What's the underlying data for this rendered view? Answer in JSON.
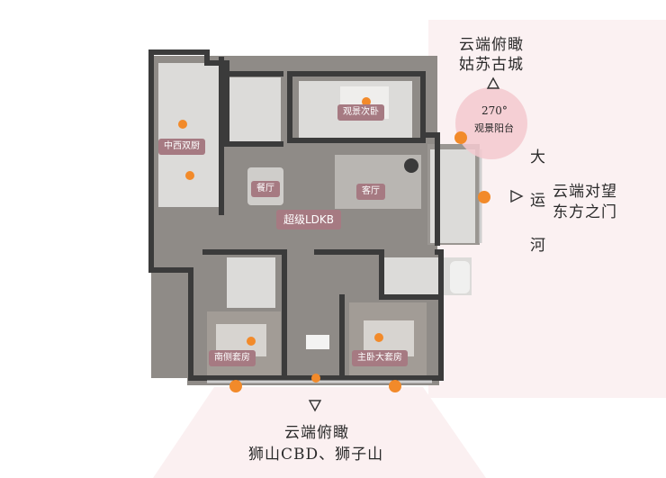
{
  "colors": {
    "wall": "#3b3b3b",
    "floor": "#8f8b87",
    "floor_light": "#d9d8d6",
    "tag_bg": "#a67a82",
    "accent_pink": "#f3c9cf",
    "panel_pink": "#fbf1f2",
    "dot": "#f28a2a"
  },
  "icons": {
    "view_arrow": "open-triangle-arrow",
    "view_point": "orange-dot"
  },
  "rooms": {
    "kitchen": "中西双厨",
    "secondary_bedroom": "观景次卧",
    "dining": "餐厅",
    "living": "客厅",
    "ldkb": "超级LDKB",
    "south_suite": "南侧套房",
    "master_suite": "主卧大套房"
  },
  "balcony": {
    "degree": "270°",
    "label": "观景阳台"
  },
  "views": {
    "top_line1": "云端俯瞰",
    "top_line2": "姑苏古城",
    "right_line1": "云端对望",
    "right_line2": "东方之门",
    "bottom_line1": "云端俯瞰",
    "bottom_line2": "狮山CBD、狮子山"
  },
  "canal": {
    "c1": "大",
    "c2": "运",
    "c3": "河"
  }
}
